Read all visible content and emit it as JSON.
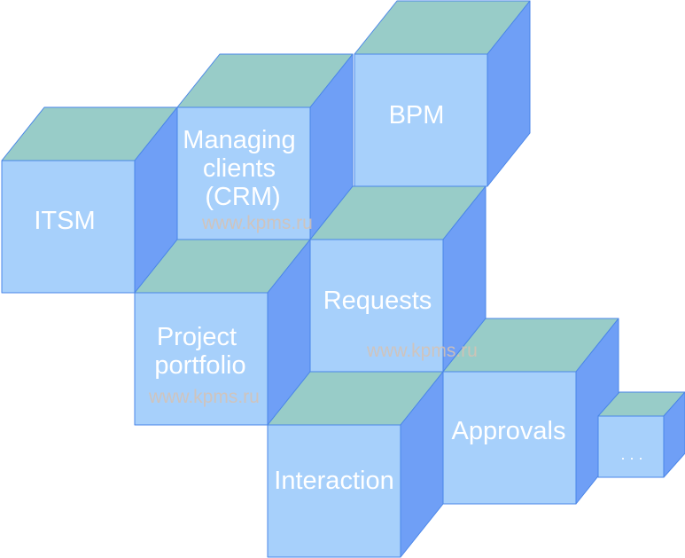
{
  "colors": {
    "front": "#a7d0fb",
    "top": "#98ccc8",
    "side": "#6f9ff6",
    "edge": "#4a86e8",
    "text": "#ffffff",
    "watermark": "#d7c2b3"
  },
  "cubes": [
    {
      "id": "itsm",
      "lines": [
        "ITSM"
      ]
    },
    {
      "id": "crm",
      "lines": [
        "Managing",
        "clients",
        "(CRM)"
      ]
    },
    {
      "id": "bpm",
      "lines": [
        "BPM"
      ]
    },
    {
      "id": "requests",
      "lines": [
        "Requests"
      ]
    },
    {
      "id": "project-portfolio",
      "lines": [
        "Project",
        "portfolio"
      ]
    },
    {
      "id": "interaction",
      "lines": [
        "Interaction"
      ]
    },
    {
      "id": "approvals",
      "lines": [
        "Approvals"
      ]
    },
    {
      "id": "more",
      "lines": [
        ". . ."
      ]
    }
  ],
  "watermarks": [
    "www.kpms.ru",
    "www.kpms.ru",
    "www.kpms.ru"
  ]
}
